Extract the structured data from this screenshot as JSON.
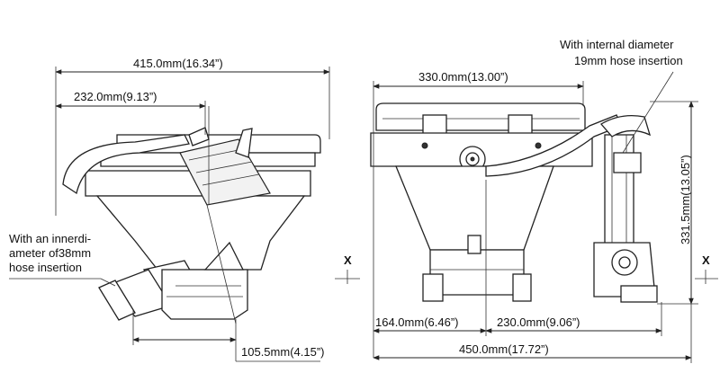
{
  "left_view": {
    "dim_overall_width": "415.0mm(16.34”)",
    "dim_upper": "232.0mm(9.13”)",
    "dim_base": "105.5mm(4.15”)",
    "note_hose": [
      "With an innerdi-",
      "ameter  of38mm",
      "hose insertion"
    ],
    "axis_marker": "X"
  },
  "right_view": {
    "dim_seat_width": "330.0mm(13.00”)",
    "dim_height": "331.5mm(13.05”)",
    "dim_left_offset": "164.0mm(6.46”)",
    "dim_right_offset": "230.0mm(9.06”)",
    "dim_total_width": "450.0mm(17.72”)",
    "note_hose": [
      "With internal diameter",
      "19mm hose insertion"
    ],
    "axis_marker": "X"
  }
}
